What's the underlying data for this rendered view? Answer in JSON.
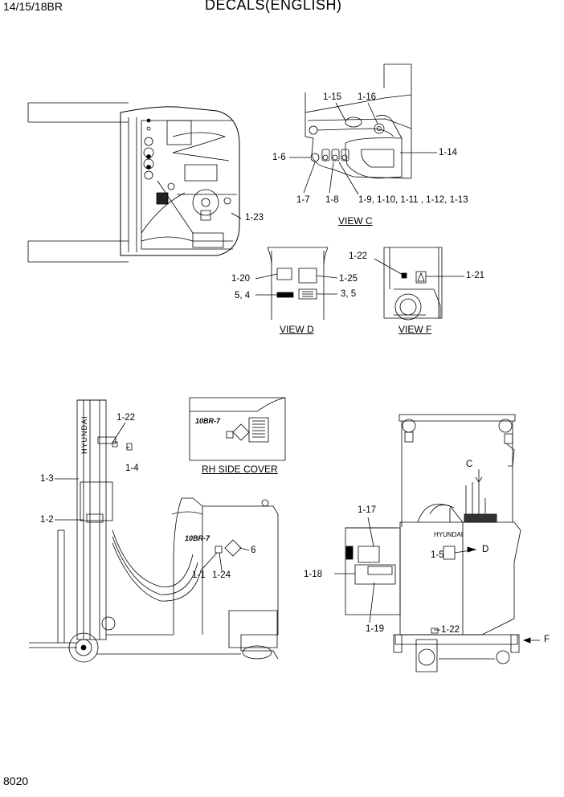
{
  "header": {
    "model": "14/15/18BR",
    "title": "DECALS(ENGLISH)"
  },
  "footer": {
    "page_number": "8020"
  },
  "captions": {
    "view_c": "VIEW C",
    "view_d": "VIEW D",
    "view_f": "VIEW F",
    "rh_side_cover": "RH SIDE COVER"
  },
  "callouts": {
    "c_1_15": "1-15",
    "c_1_16": "1-16",
    "c_1_6": "1-6",
    "c_1_14": "1-14",
    "c_1_7": "1-7",
    "c_1_8": "1-8",
    "c_1_9_13": "1-9, 1-10, 1-11 , 1-12, 1-13",
    "c_1_23": "1-23",
    "c_1_22_top": "1-22",
    "c_1_20": "1-20",
    "c_1_25": "1-25",
    "c_5_4": "5, 4",
    "c_3_5": "3, 5",
    "c_1_21": "1-21",
    "c_1_22_mast": "1-22",
    "c_1_4": "1-4",
    "c_1_3": "1-3",
    "c_1_2": "1-2",
    "c_6": "6",
    "c_1_1": "1-1",
    "c_1_24": "1-24",
    "c_C": "C",
    "c_1_17": "1-17",
    "c_1_5": "1-5",
    "c_D": "D",
    "c_1_18": "1-18",
    "c_1_19": "1-19",
    "c_1_22_rear": "1-22",
    "c_F": "F"
  },
  "decal_text": {
    "mast_brand": "HYUNDAI",
    "cover_model": "10BR-7",
    "side_model": "10BR-7",
    "rear_brand": "HYUNDAI"
  }
}
